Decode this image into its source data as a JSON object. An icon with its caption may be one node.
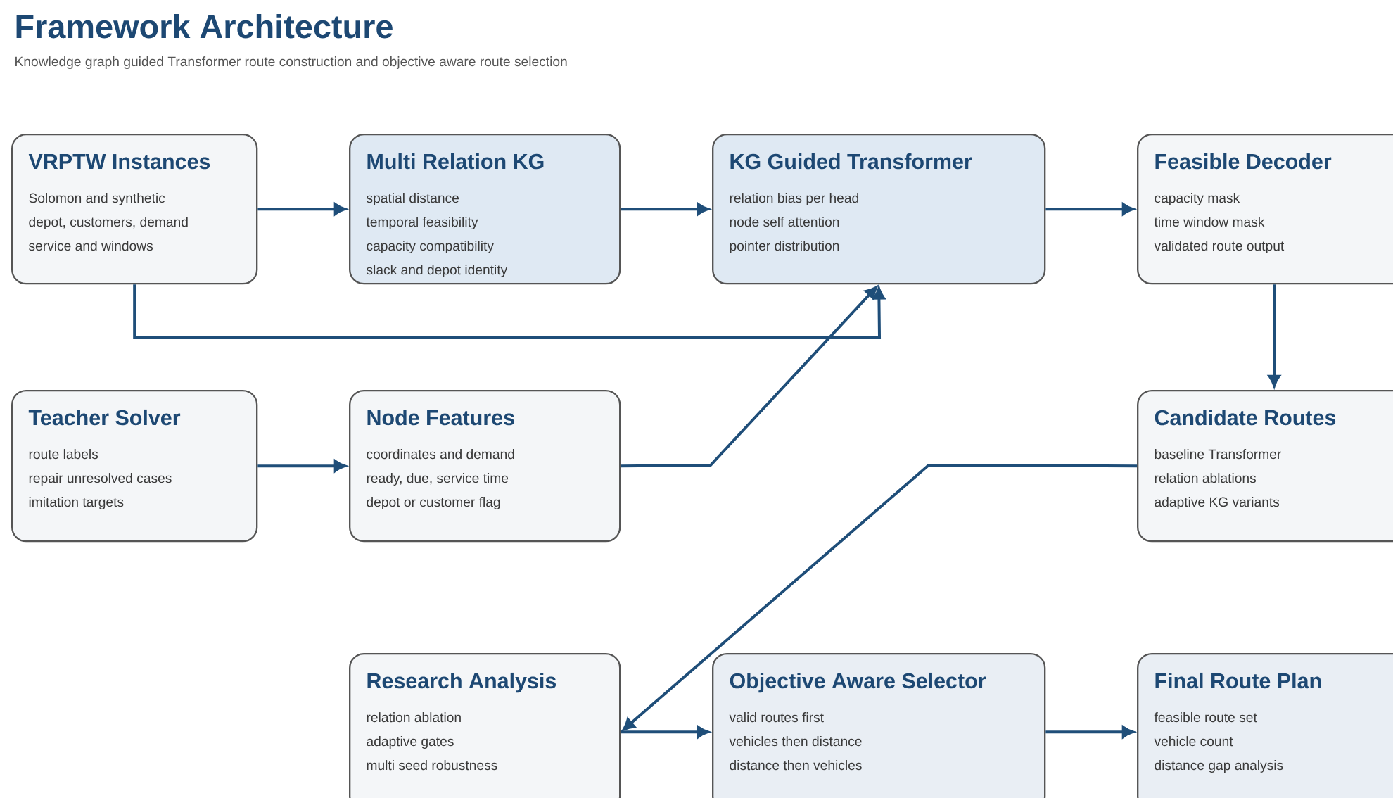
{
  "diagram": {
    "title": "Framework Architecture",
    "caption": "Knowledge graph guided Transformer route construction and objective aware route selection",
    "nodes": [
      {
        "text": [
          "VRPTW Instances",
          "Solomon and synthetic",
          "depot, customers, demand",
          "service and windows"
        ]
      },
      {
        "text": [
          "Multi Relation KG",
          "spatial distance",
          "temporal feasibility",
          "capacity compatibility",
          "slack and depot identity"
        ]
      },
      {
        "text": [
          "KG Guided Transformer",
          "relation bias per head",
          "node self attention",
          "pointer distribution"
        ]
      },
      {
        "text": [
          "Feasible Decoder",
          "capacity mask",
          "time window mask",
          "validated route output"
        ]
      },
      {
        "text": [
          "Teacher Solver",
          "route labels",
          "repair unresolved cases",
          "imitation targets"
        ]
      },
      {
        "text": [
          "Node Features",
          "coordinates and demand",
          "ready, due, service time",
          "depot or customer flag"
        ]
      },
      {
        "text": [
          "Candidate Routes",
          "baseline Transformer",
          "relation ablations",
          "adaptive KG variants"
        ]
      },
      {
        "text": [
          "Research Analysis",
          "relation ablation",
          "adaptive gates",
          "multi seed robustness"
        ]
      },
      {
        "text": [
          "Objective Aware Selector",
          "valid routes first",
          "vehicles then distance",
          "distance then vehicles"
        ]
      },
      {
        "text": [
          "Final Route Plan",
          "feasible route set",
          "vehicle count",
          "distance gap analysis"
        ]
      }
    ],
    "edges": [
      {
        "from": 0,
        "to": 1,
        "arrow": "to"
      },
      {
        "from": 1,
        "to": 2,
        "arrow": "to"
      },
      {
        "from": 2,
        "to": 3,
        "arrow": "to"
      },
      {
        "from": 0,
        "to": 2,
        "arrow": "to"
      },
      {
        "from": 4,
        "to": 5,
        "arrow": "to"
      },
      {
        "from": 5,
        "to": 2,
        "arrow": "to"
      },
      {
        "from": 3,
        "to": 6,
        "arrow": "to"
      },
      {
        "from": 6,
        "to": 7,
        "arrow": "to"
      },
      {
        "from": 7,
        "to": 8,
        "arrow": "to"
      },
      {
        "from": 8,
        "to": 9,
        "arrow": "to"
      }
    ]
  }
}
